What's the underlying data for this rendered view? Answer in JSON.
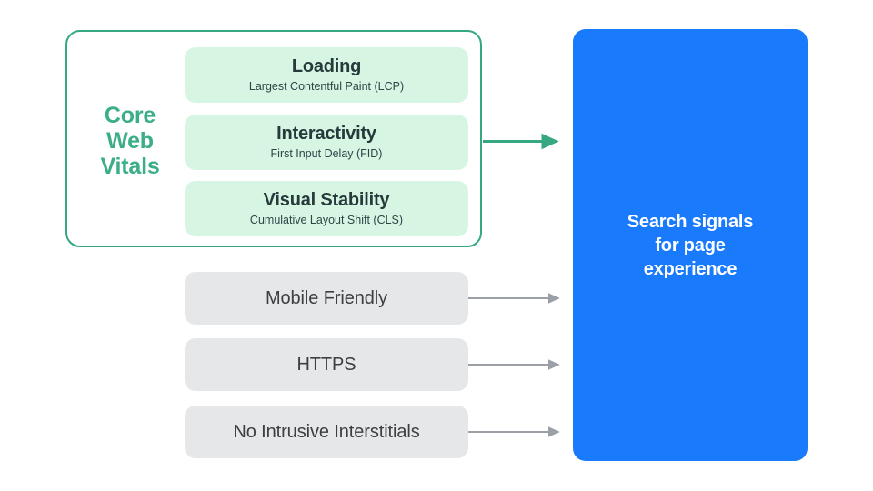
{
  "diagram": {
    "title": "Search signals for page experience",
    "background_color": "#ffffff",
    "colors": {
      "green_accent": "#3BAE87",
      "mint_card": "#D6F5E3",
      "gray_card": "#E6E7E8",
      "blue_box": "#1A7AFC",
      "dark_text": "#263A3C",
      "gray_text": "#3C4043",
      "gray_arrow": "#9AA0A6"
    }
  },
  "core_web_vitals": {
    "group_label": "Core Web Vitals",
    "group_label_lines": [
      "Core",
      "Web",
      "Vitals"
    ],
    "metrics": [
      {
        "title": "Loading",
        "subtitle": "Largest Contentful Paint (LCP)"
      },
      {
        "title": "Interactivity",
        "subtitle": "First Input Delay (FID)"
      },
      {
        "title": "Visual Stability",
        "subtitle": "Cumulative Layout Shift (CLS)"
      }
    ]
  },
  "other_signals": [
    {
      "label": "Mobile Friendly"
    },
    {
      "label": "HTTPS"
    },
    {
      "label": "No Intrusive Interstitials"
    }
  ],
  "destination": {
    "text": "Search signals\nfor page\nexperience"
  },
  "arrows": [
    {
      "name": "core-web-vitals-arrow",
      "color": "#35A882"
    },
    {
      "name": "mobile-friendly-arrow",
      "color": "#9AA0A6"
    },
    {
      "name": "https-arrow",
      "color": "#9AA0A6"
    },
    {
      "name": "no-intrusive-interstitials-arrow",
      "color": "#9AA0A6"
    }
  ]
}
